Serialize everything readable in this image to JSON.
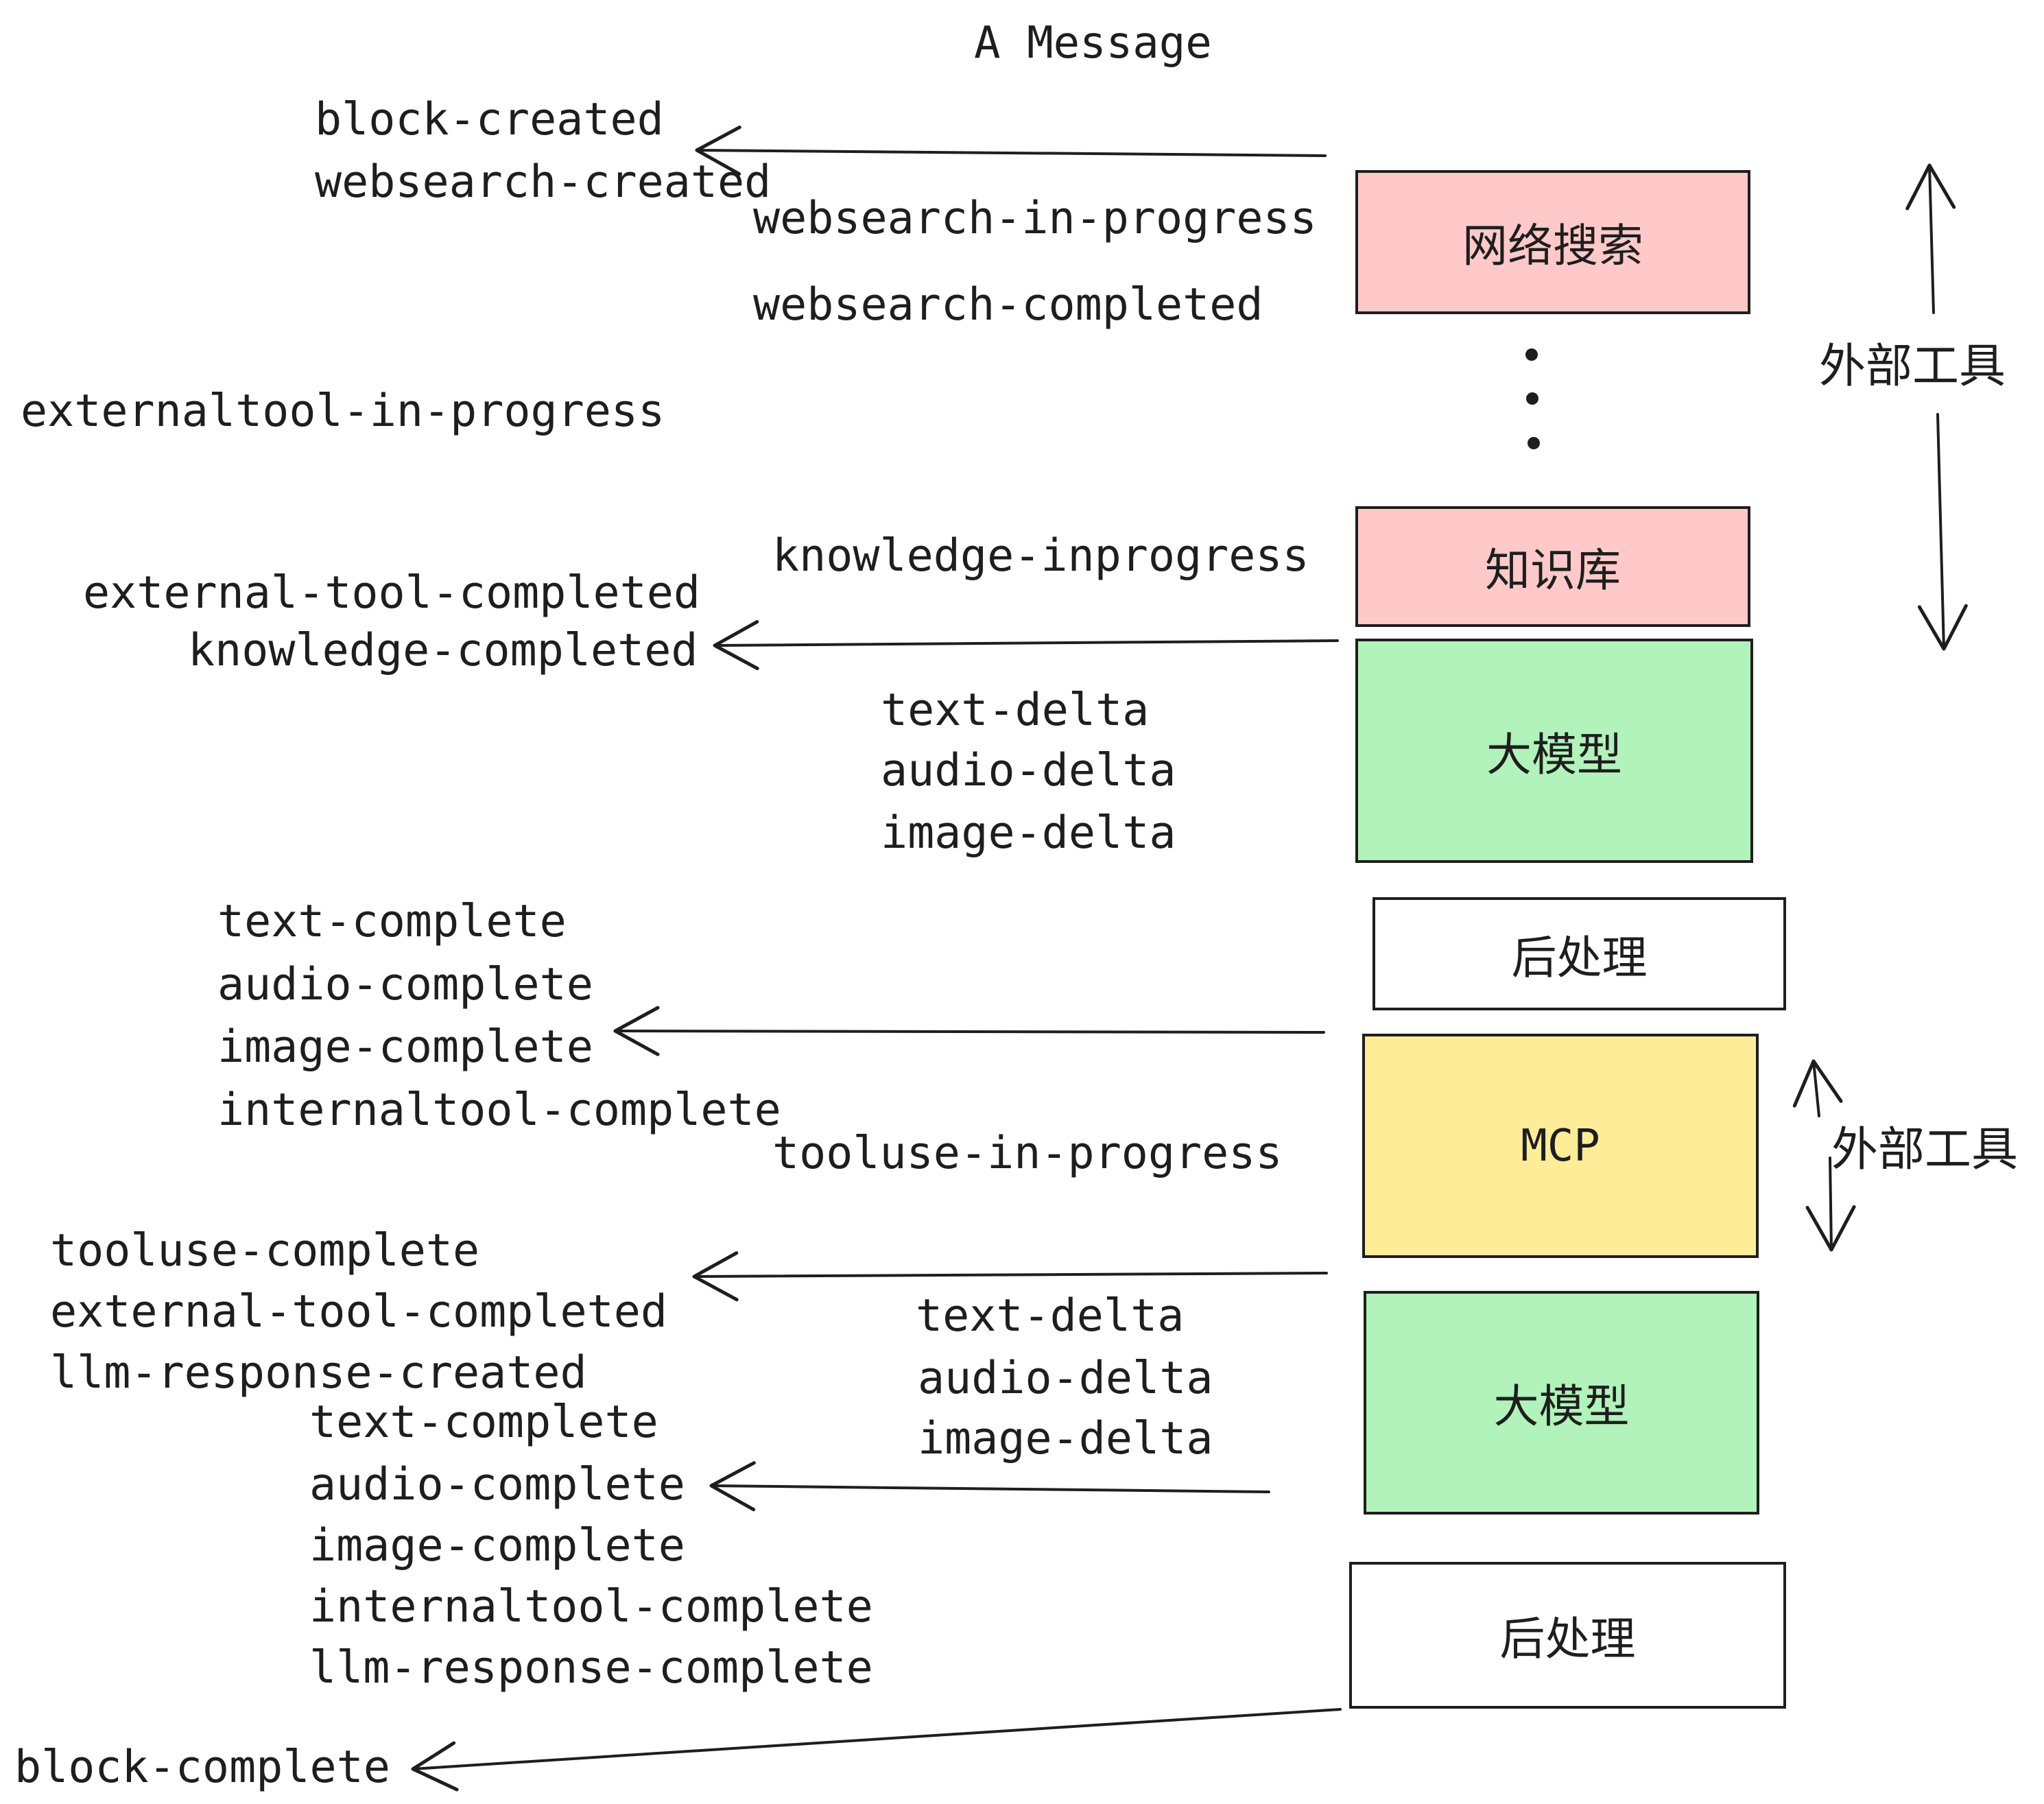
{
  "title": "A Message",
  "nodes": [
    {
      "id": "websearch",
      "label": "网络搜索",
      "color": "#ffc9c9"
    },
    {
      "id": "knowledge",
      "label": "知识库",
      "color": "#ffc9c9"
    },
    {
      "id": "llm-1",
      "label": "大模型",
      "color": "#b2f2bb"
    },
    {
      "id": "postprocess-1",
      "label": "后处理",
      "color": "#ffffff"
    },
    {
      "id": "mcp",
      "label": "MCP",
      "color": "#ffec99"
    },
    {
      "id": "llm-2",
      "label": "大模型",
      "color": "#b2f2bb"
    },
    {
      "id": "postprocess-2",
      "label": "后处理",
      "color": "#ffffff"
    }
  ],
  "events": {
    "block_created": "block-created",
    "websearch_created": "websearch-created",
    "websearch_in_progress": "websearch-in-progress",
    "websearch_completed": "websearch-completed",
    "externaltool_in_progress": "externaltool-in-progress",
    "knowledge_inprogress": "knowledge-inprogress",
    "external_tool_completed_1": "external-tool-completed",
    "knowledge_completed": "knowledge-completed",
    "text_delta_1": "text-delta",
    "audio_delta_1": "audio-delta",
    "image_delta_1": "image-delta",
    "text_complete_1": "text-complete",
    "audio_complete_1": "audio-complete",
    "image_complete_1": "image-complete",
    "internaltool_complete_1": "internaltool-complete",
    "tooluse_in_progress": "tooluse-in-progress",
    "tooluse_complete": "tooluse-complete",
    "external_tool_completed_2": "external-tool-completed",
    "llm_response_created": "llm-response-created",
    "text_delta_2": "text-delta",
    "audio_delta_2": "audio-delta",
    "image_delta_2": "image-delta",
    "text_complete_2": "text-complete",
    "audio_complete_2": "audio-complete",
    "image_complete_2": "image-complete",
    "internaltool_complete_2": "internaltool-complete",
    "llm_response_complete": "llm-response-complete",
    "block_complete": "block-complete"
  },
  "annotations": [
    {
      "label": "外部工具"
    },
    {
      "label": "外部工具"
    }
  ],
  "colors": {
    "stroke": "#1e1e1e",
    "pink": "#ffc9c9",
    "green": "#b2f2bb",
    "yellow": "#ffec99",
    "white": "#ffffff"
  }
}
